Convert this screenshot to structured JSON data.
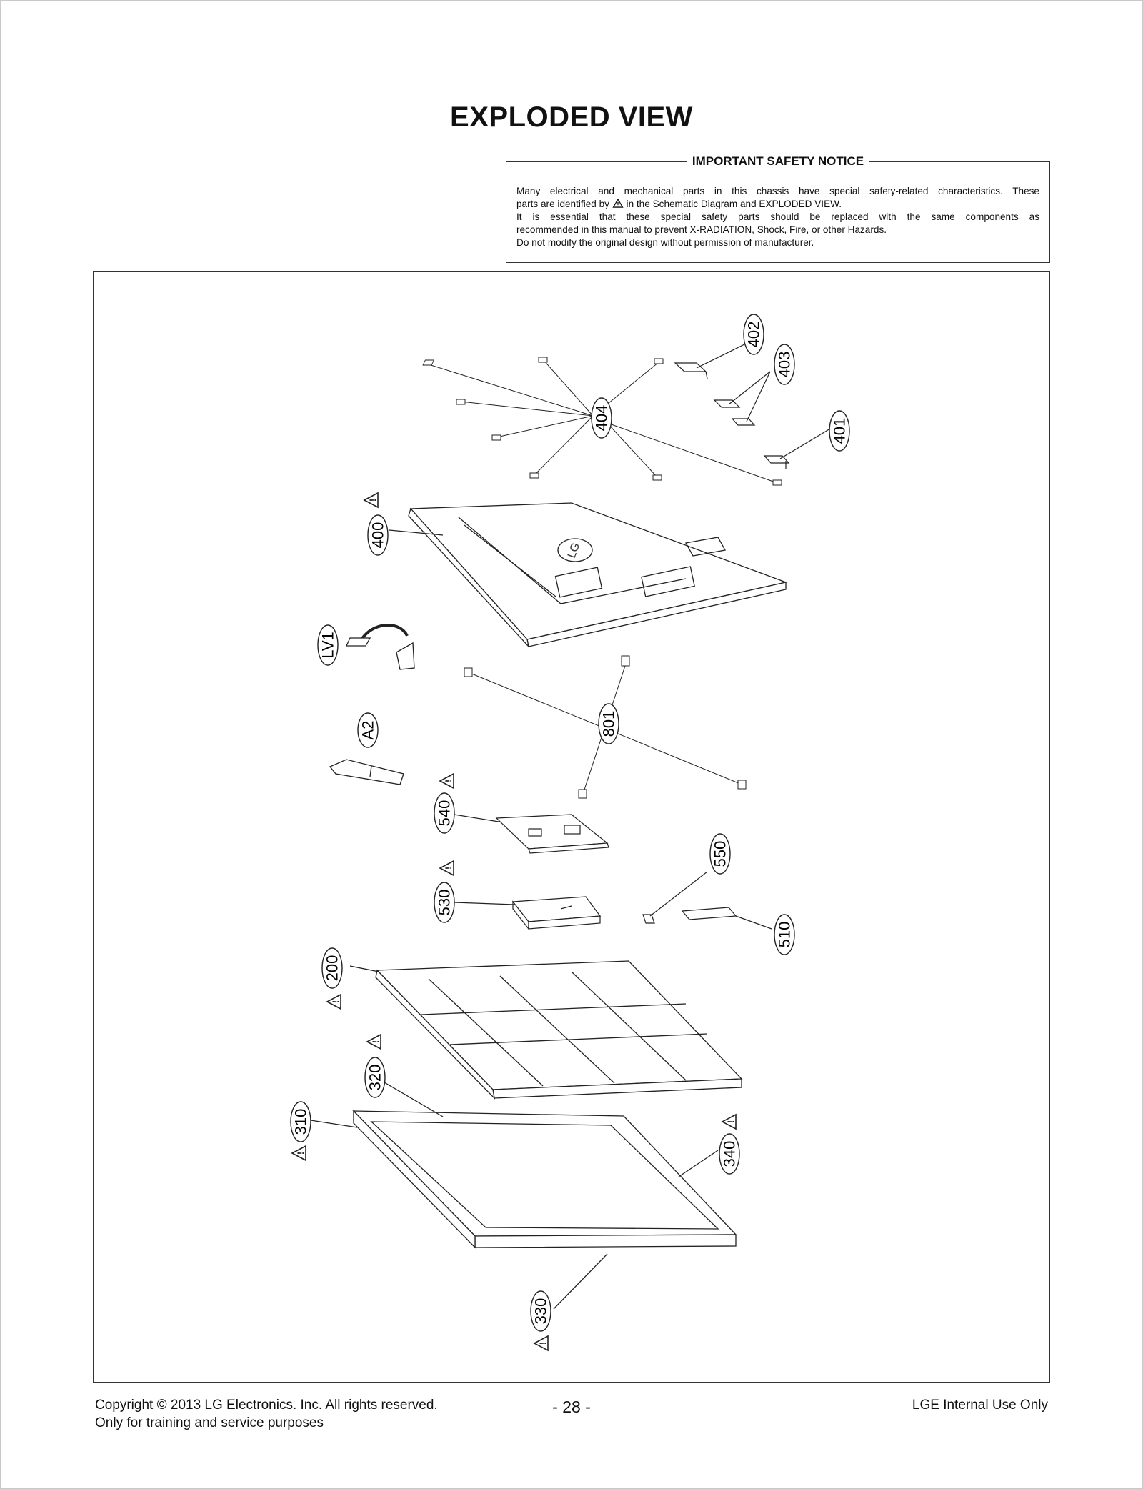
{
  "page": {
    "title": "EXPLODED VIEW"
  },
  "notice": {
    "heading": "IMPORTANT SAFETY NOTICE",
    "line1": "Many electrical and mechanical parts in this chassis have special safety-related characteristics. These",
    "line2_a": "parts are identified by",
    "line2_b": "in the Schematic Diagram and EXPLODED VIEW.",
    "line3": "It is essential that these special safety parts should be replaced with the same components as",
    "line4": "recommended in this manual to prevent X-RADIATION, Shock, Fire, or other Hazards.",
    "line5": "Do not modify the original design without permission of manufacturer."
  },
  "callouts": {
    "c402": "402",
    "c403": "403",
    "c404": "404",
    "c401": "401",
    "c400": "400",
    "cLV1": "LV1",
    "cA2": "A2",
    "c801": "801",
    "c540": "540",
    "c550": "550",
    "c530": "530",
    "c510": "510",
    "c200": "200",
    "c320": "320",
    "c310": "310",
    "c340": "340",
    "c330": "330"
  },
  "warning_mark": "!",
  "footer": {
    "copyright": "Copyright  © 2013  LG Electronics. Inc. All rights reserved.",
    "usage": "Only for training and service purposes",
    "page_number": "- 28 -",
    "internal": "LGE Internal Use Only"
  }
}
